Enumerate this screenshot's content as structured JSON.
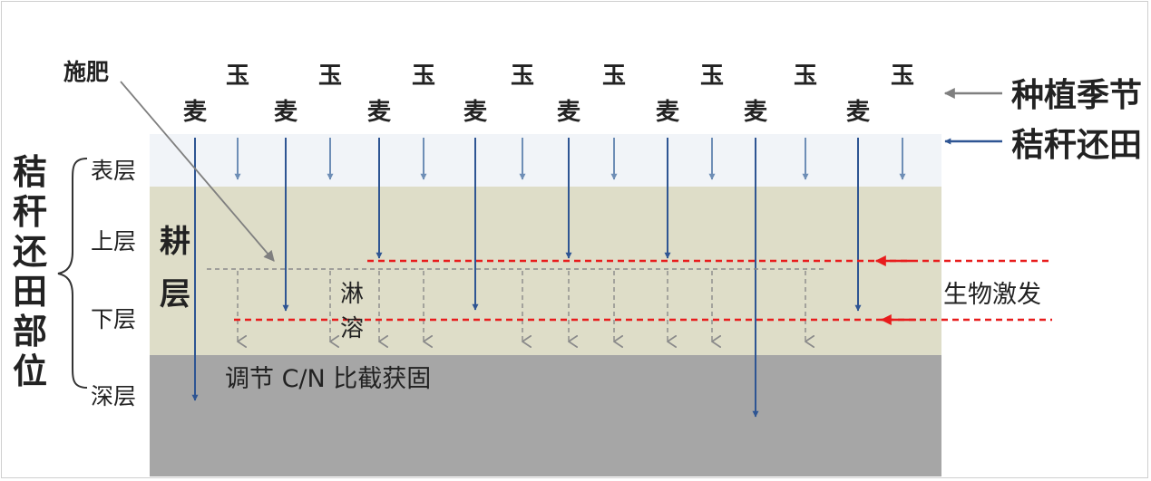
{
  "crops": {
    "corn_label": "玉",
    "wheat_label": "麦",
    "corn_x": [
      262,
      364,
      467,
      576,
      677,
      785,
      888,
      995
    ],
    "wheat_x": [
      215,
      315,
      418,
      524,
      627,
      736,
      833,
      946
    ]
  },
  "labels": {
    "fertilize": "施肥",
    "planting_season": "种植季节",
    "straw_return": "秸秆还田",
    "return_position": [
      "秸",
      "秆",
      "还",
      "田",
      "部",
      "位"
    ],
    "layers": {
      "surface": "表层",
      "upper": "上层",
      "lower": "下层",
      "deep": "深层"
    },
    "plough_layer": [
      "耕",
      "层"
    ],
    "leaching": [
      "淋",
      "溶"
    ],
    "bio_stimulation": "生物激发",
    "cn_regulation": "调节 C/N 比截获固"
  },
  "colors": {
    "topsoil": "#deddc8",
    "deep": "#a6a6a6",
    "surface_band": "#f1f4f8",
    "arrow_blue": "#2e5593",
    "arrow_light_blue": "#6e8eb6",
    "arrow_gray": "#7f7f7f",
    "red_dash": "#e81c1c"
  }
}
